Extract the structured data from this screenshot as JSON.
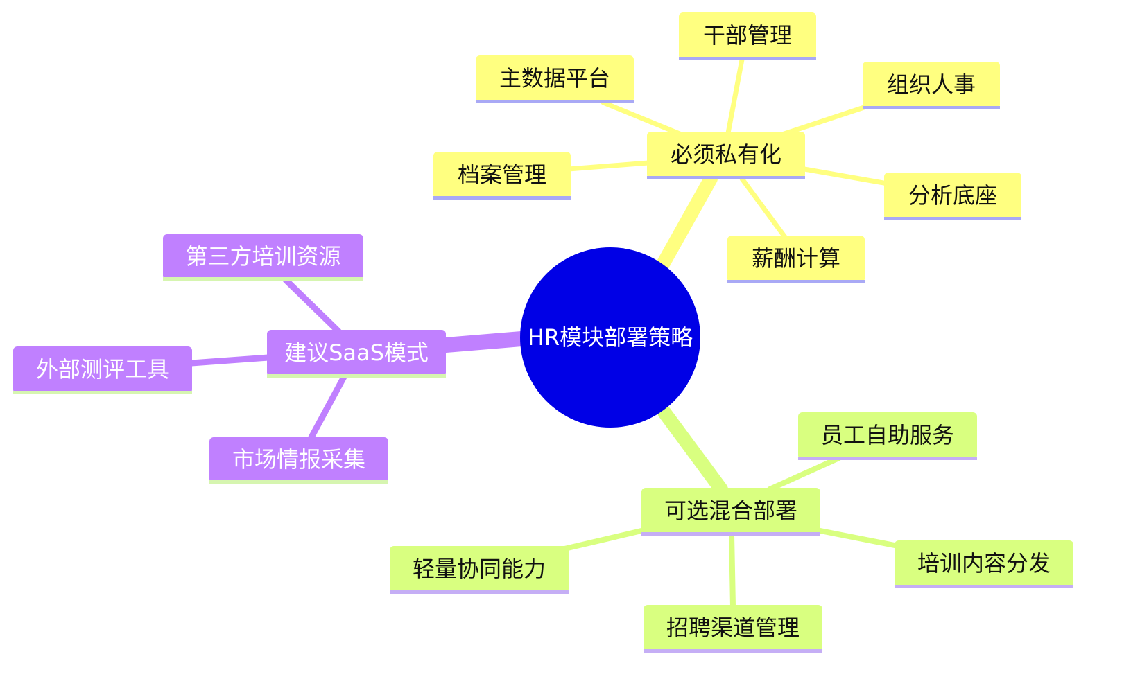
{
  "root": {
    "label": "HR模块部署策略",
    "color": "#0000e6",
    "text_color": "#ffffff"
  },
  "branches": [
    {
      "id": "private",
      "label": "必须私有化",
      "fill": "#ffff80",
      "underline": "#a9a9f5",
      "link": "#ffff80",
      "text_color": "#111111",
      "children": [
        {
          "id": "cadre",
          "label": "干部管理"
        },
        {
          "id": "masterdata",
          "label": "主数据平台"
        },
        {
          "id": "org",
          "label": "组织人事"
        },
        {
          "id": "archive",
          "label": "档案管理"
        },
        {
          "id": "analysis",
          "label": "分析底座"
        },
        {
          "id": "payroll",
          "label": "薪酬计算"
        }
      ]
    },
    {
      "id": "saas",
      "label": "建议SaaS模式",
      "fill": "#c080ff",
      "underline": "#d6f5b0",
      "link": "#c080ff",
      "text_color": "#ffffff",
      "children": [
        {
          "id": "training-res",
          "label": "第三方培训资源"
        },
        {
          "id": "assessment",
          "label": "外部测评工具"
        },
        {
          "id": "market",
          "label": "市场情报采集"
        }
      ]
    },
    {
      "id": "hybrid",
      "label": "可选混合部署",
      "fill": "#d9ff80",
      "underline": "#c5aef5",
      "link": "#d9ff80",
      "text_color": "#111111",
      "children": [
        {
          "id": "selfservice",
          "label": "员工自助服务"
        },
        {
          "id": "collab",
          "label": "轻量协同能力"
        },
        {
          "id": "training-dist",
          "label": "培训内容分发"
        },
        {
          "id": "recruit",
          "label": "招聘渠道管理"
        }
      ]
    }
  ]
}
